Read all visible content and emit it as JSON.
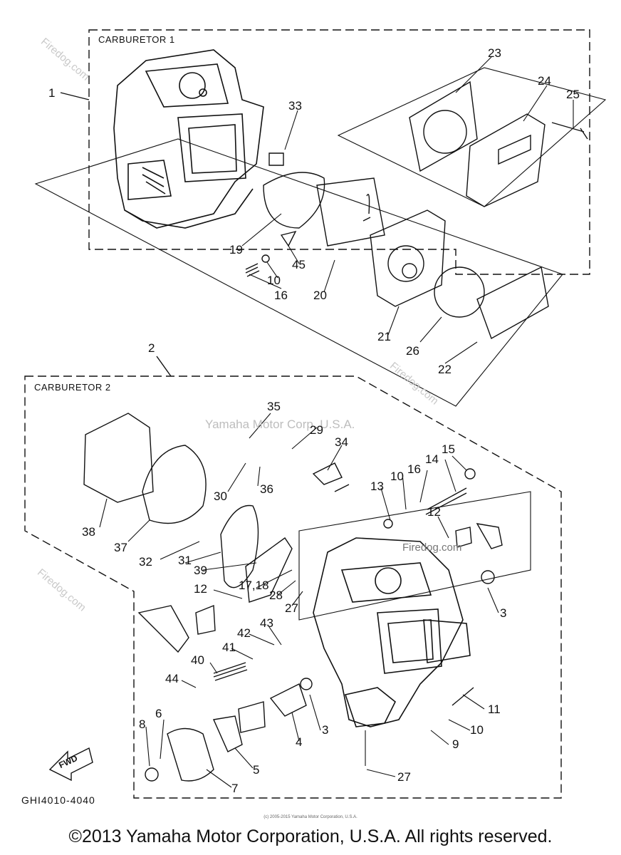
{
  "diagram": {
    "code": "GHI4010-4040",
    "copyright": "©2013 Yamaha Motor Corporation, U.S.A. All rights reserved.",
    "small_copyright": "(c) 2005-2015 Yamaha Motor Corporation, U.S.A.",
    "watermark_main": "Yamaha Motor Corp, U.S.A.",
    "watermark_site": "Firedog.com",
    "fwd_label": "FWD",
    "groups": [
      {
        "title": "CARBURETOR 1",
        "callout": "1"
      },
      {
        "title": "CARBURETOR 2",
        "callout": "2"
      }
    ],
    "labels": [
      "23",
      "24",
      "25",
      "33",
      "19",
      "45",
      "10",
      "16",
      "20",
      "21",
      "26",
      "22",
      "35",
      "29",
      "34",
      "13",
      "10",
      "16",
      "14",
      "15",
      "30",
      "36",
      "12",
      "38",
      "37",
      "32",
      "31",
      "39",
      "17,18",
      "28",
      "27",
      "12",
      "3",
      "42",
      "43",
      "41",
      "40",
      "44",
      "6",
      "8",
      "11",
      "10",
      "9",
      "3",
      "4",
      "5",
      "7",
      "27"
    ]
  }
}
